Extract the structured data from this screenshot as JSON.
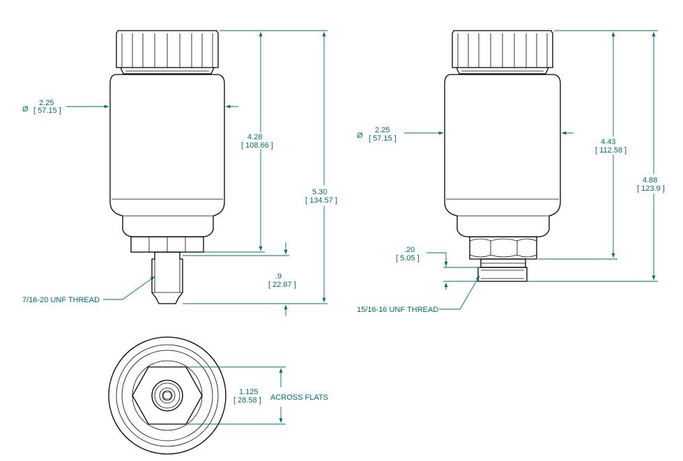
{
  "colors": {
    "dimension": "#006b6b",
    "outline": "#000000",
    "background": "#ffffff"
  },
  "left_view": {
    "diameter_symbol": "Ø",
    "diameter_in": "2.25",
    "diameter_mm": "[ 57.15 ]",
    "height_body_in": "4.28",
    "height_body_mm": "[ 108.66 ]",
    "height_total_in": "5.30",
    "height_total_mm": "[ 134.57 ]",
    "stem_in": ".9",
    "stem_mm": "[ 22.87 ]",
    "thread_label": "7/16-20 UNF THREAD"
  },
  "right_view": {
    "diameter_symbol": "Ø",
    "diameter_in": "2.25",
    "diameter_mm": "[ 57.15 ]",
    "height_body_in": "4.43",
    "height_body_mm": "[ 112.58 ]",
    "height_total_in": "4.88",
    "height_total_mm": "[ 123.9 ]",
    "thread_len_in": ".20",
    "thread_len_mm": "[ 5.05 ]",
    "thread_label": "15/16-16 UNF THREAD"
  },
  "bottom_view": {
    "flats_in": "1.125",
    "flats_mm": "[ 28.58 ]",
    "flats_label": "ACROSS FLATS"
  }
}
